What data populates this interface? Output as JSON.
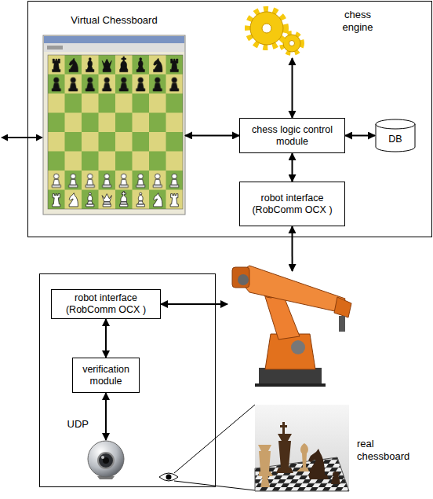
{
  "diagram": {
    "nodes": [
      {
        "text": []
      },
      {
        "text": [
          "Virtual Chessboard"
        ],
        "in": 0
      },
      {
        "text": [
          "chess engine"
        ],
        "in": 0
      },
      {
        "text": [
          "chess logic control module"
        ],
        "in": 0
      },
      {
        "text": [
          "DB"
        ],
        "in": 0
      },
      {
        "text": [
          "robot interface (RobComm OCX )"
        ],
        "in": 0
      },
      {
        "text": []
      },
      {
        "text": []
      },
      {
        "text": [
          "robot interface (RobComm OCX )"
        ],
        "in": 7
      },
      {
        "text": [
          "verification module"
        ],
        "in": 7
      },
      {
        "text": [],
        "in": 7
      },
      {
        "text": [
          "real chessboard"
        ]
      }
    ],
    "edges": [
      {
        "from": 1,
        "to": 3,
        "arrow": "both"
      },
      {
        "from": 2,
        "to": 3,
        "arrow": "both"
      },
      {
        "from": 3,
        "to": 4,
        "arrow": "both"
      },
      {
        "from": 3,
        "to": 5,
        "arrow": "both"
      },
      {
        "from": 5,
        "to": 6,
        "arrow": "both"
      },
      {
        "from": 8,
        "to": 6,
        "arrow": "both"
      },
      {
        "from": 8,
        "to": 9,
        "arrow": "both"
      },
      {
        "from": 9,
        "to": 10,
        "label": "UDP",
        "arrow": "both"
      }
    ]
  }
}
